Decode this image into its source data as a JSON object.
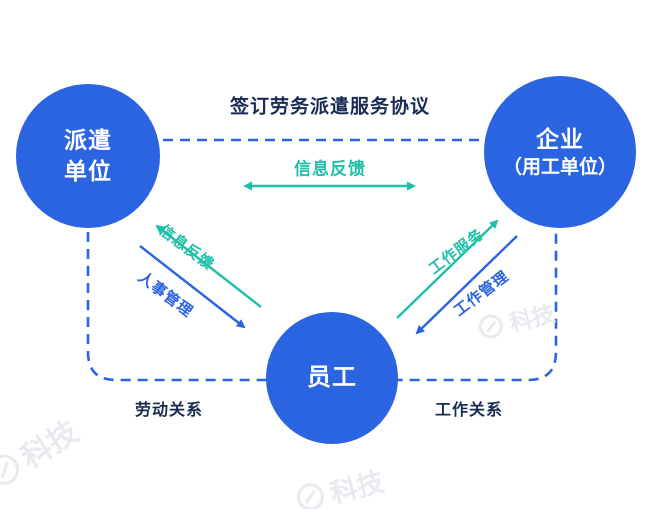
{
  "colors": {
    "node_blue": "#2a64e0",
    "teal": "#1fbfa8",
    "navy_text": "#1a2b52",
    "watermark_gray": "#e9eaf0"
  },
  "top": {
    "agreement_label": "签订劳务派遣服务协议",
    "feedback_label": "信息反馈"
  },
  "nodes": {
    "dispatcher": {
      "line1": "派遣",
      "line2": "单位"
    },
    "enterprise": {
      "line1": "企业",
      "line2": "（用工单位）"
    },
    "employee": {
      "label": "员工"
    }
  },
  "left_relation": {
    "teal_label": "信息反馈",
    "blue_label": "人事管理",
    "bottom_label": "劳动关系"
  },
  "right_relation": {
    "teal_label": "工作服务",
    "blue_label": "工作管理",
    "bottom_label": "工作关系"
  },
  "watermark": {
    "text": "科技"
  }
}
